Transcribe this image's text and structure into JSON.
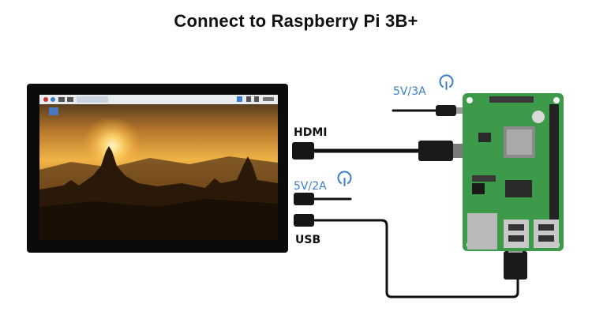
{
  "title": "Connect to Raspberry Pi 3B+",
  "labels": {
    "pi_power": "5V/3A",
    "hdmi": "HDMI",
    "display_power": "5V/2A",
    "usb": "USB"
  },
  "icons": {
    "power": "power-icon"
  },
  "colors": {
    "label_blue": "#3a7fc9",
    "pcb_green": "#3c9a4a",
    "cable_black": "#111111"
  }
}
